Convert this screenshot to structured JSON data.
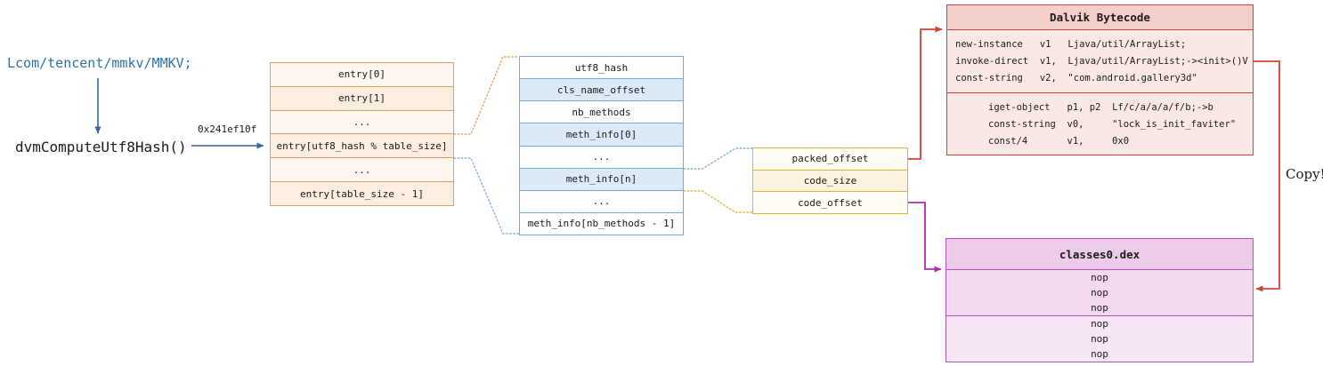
{
  "left_panel": {
    "class_name": "Lcom/tencent/mmkv/MMKV;",
    "function_name": "dvmComputeUtf8Hash()",
    "hash_value": "0x241ef10f"
  },
  "hash_table": {
    "rows": [
      "entry[0]",
      "entry[1]",
      "...",
      "entry[utf8_hash % table_size]",
      "...",
      "entry[table_size - 1]"
    ]
  },
  "class_entry_table": {
    "rows": [
      "utf8_hash",
      "cls_name_offset",
      "nb_methods",
      "meth_info[0]",
      "...",
      "meth_info[n]",
      "...",
      "meth_info[nb_methods - 1]"
    ]
  },
  "meth_info_table": {
    "rows": [
      "packed_offset",
      "code_size",
      "code_offset"
    ]
  },
  "dalvik_bytecode": {
    "title": "Dalvik Bytecode",
    "block1": [
      "new-instance   v1   Ljava/util/ArrayList;",
      "invoke-direct  v1,  Ljava/util/ArrayList;-><init>()V",
      "const-string   v2,  \"com.android.gallery3d\""
    ],
    "block2": [
      "iget-object   p1, p2  Lf/c/a/a/a/f/b;->b",
      "const-string  v0,     \"lock_is_init_faviter\"",
      "const/4       v1,     0x0"
    ]
  },
  "dex_file": {
    "title": "classes0.dex",
    "block1": [
      "nop",
      "nop",
      "nop"
    ],
    "block2": [
      "nop",
      "nop",
      "nop"
    ]
  },
  "copy_label": "Copy!",
  "colors": {
    "class_name_text": "#2e74a8",
    "arrow_blue": "#3465a4",
    "hash_table_border": "#dd9f63",
    "entry_table_border": "#74a9d8",
    "meth_table_border": "#d9b23f",
    "bytecode_border": "#d0433b",
    "bytecode_header_fill": "#f4cecb",
    "bytecode_body_fill": "#fae8e5",
    "dex_border": "#bb4ec6",
    "dex_header_fill": "#edccea",
    "copy_arrow": "#d0433b",
    "dex_arrow": "#b52ab5",
    "dotted_orange": "#e9a561",
    "dotted_blue": "#85aed8",
    "dotted_yellow": "#ddb44a"
  }
}
